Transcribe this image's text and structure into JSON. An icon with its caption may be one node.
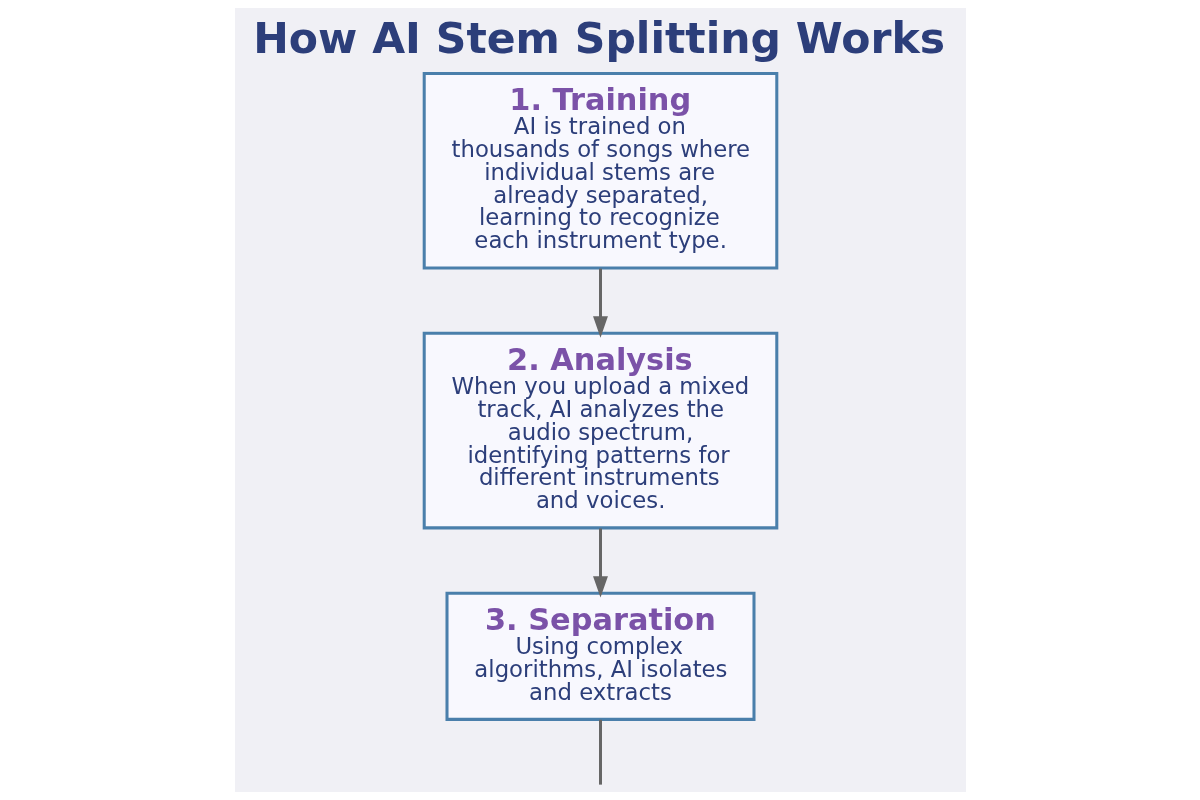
{
  "diagram": {
    "title": "How AI Stem Splitting Works",
    "nodes": [
      {
        "text": [
          "1. Training",
          "AI is trained on thousands of songs where individual stems are already separated, learning to recognize each instrument type."
        ]
      },
      {
        "text": [
          "2. Analysis",
          "When you upload a mixed track, AI analyzes the audio spectrum, identifying patterns for different instruments and voices."
        ]
      },
      {
        "text": [
          "3. Separation",
          "Using complex algorithms, AI isolates and extracts"
        ]
      }
    ],
    "edges": [
      {
        "from": 0,
        "to": 1,
        "arrow": "to"
      },
      {
        "from": 1,
        "to": 2,
        "arrow": "to"
      },
      {
        "from": 2,
        "to": null,
        "arrow": "none"
      }
    ]
  }
}
